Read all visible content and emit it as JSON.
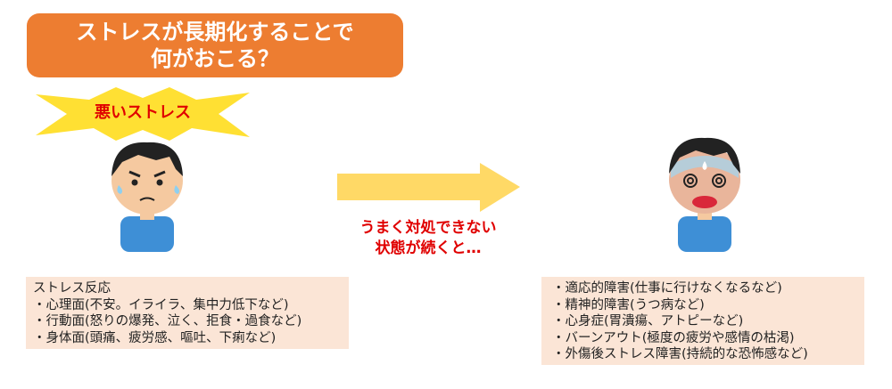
{
  "title": {
    "line1": "ストレスが長期化することで",
    "line2": "何がおこる？"
  },
  "burst": {
    "label": "悪いストレス"
  },
  "arrow": {
    "caption_line1": "うまく対処できない",
    "caption_line2": "状態が続くと…"
  },
  "left_box": {
    "heading": "ストレス反応",
    "items": [
      "・心理面(不安。イライラ、集中力低下など)",
      "・行動面(怒りの爆発、泣く、拒食・過食など)",
      "・身体面(頭痛、疲労感、嘔吐、下痢など)"
    ]
  },
  "right_box": {
    "items": [
      "・適応的障害(仕事に行けなくなるなど)",
      "・精神的障害(うつ病など)",
      "・心身症(胃潰瘍、アトピーなど)",
      "・バーンアウト(極度の疲労や感情の枯渇)",
      "・外傷後ストレス障害(持続的な恐怖感など)"
    ]
  },
  "colors": {
    "title_bg": "#ED7D31",
    "accent_red": "#E00000",
    "burst": "#FFE033",
    "arrow": "#FFD966",
    "box_bg": "#FBE5D6"
  }
}
